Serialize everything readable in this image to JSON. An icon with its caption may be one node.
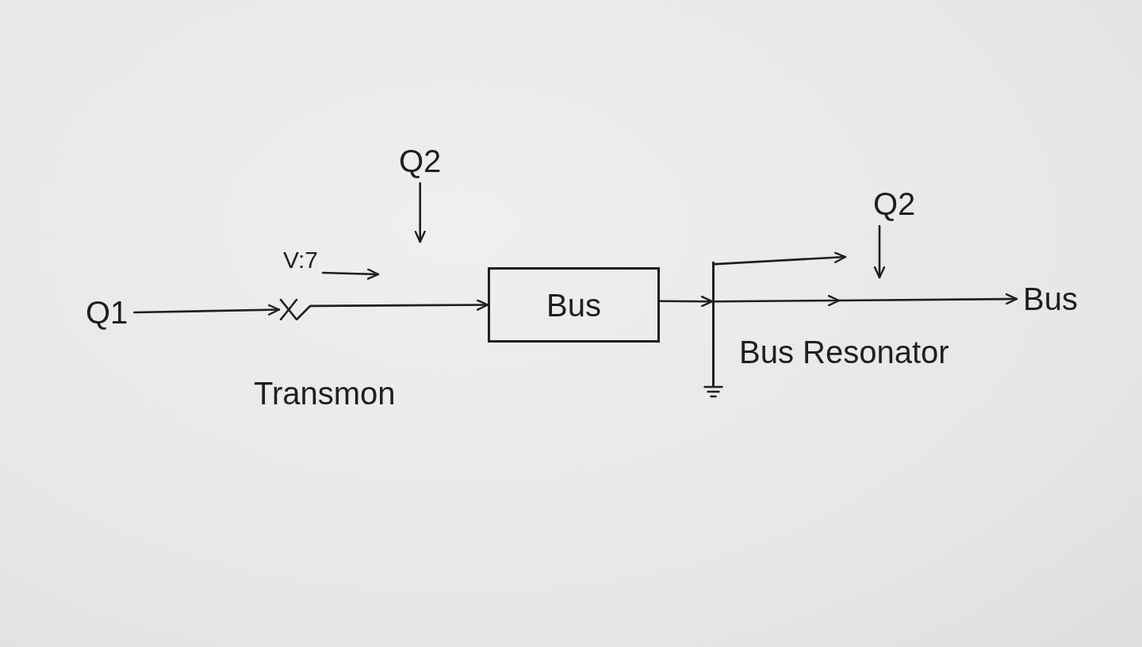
{
  "diagram": {
    "nodes": [
      {
        "text": [
          "Q1"
        ]
      },
      {
        "text": [],
        "shape": "cross",
        "beside": [
          "Transmon"
        ]
      },
      {
        "text": [
          "Q2"
        ]
      },
      {
        "text": [
          "Bus"
        ]
      },
      {
        "text": [],
        "shape": "bar",
        "beside": [
          "Bus Resonator"
        ]
      },
      {
        "text": [
          "Q2"
        ]
      },
      {
        "text": [
          "Bus"
        ]
      }
    ],
    "edges": [
      {
        "from": 0,
        "to": 1,
        "arrow": "to"
      },
      {
        "from": 1,
        "to": 3,
        "arrow": "to"
      },
      {
        "from": 2,
        "to": null,
        "arrow": "to"
      },
      {
        "from": 3,
        "to": 4,
        "arrow": "to"
      },
      {
        "from": 4,
        "to": 6,
        "arrow": "to"
      },
      {
        "from": 4,
        "to": null,
        "arrow": "to"
      },
      {
        "from": 5,
        "to": null,
        "arrow": "to"
      }
    ],
    "labels": [
      "V:7"
    ]
  }
}
